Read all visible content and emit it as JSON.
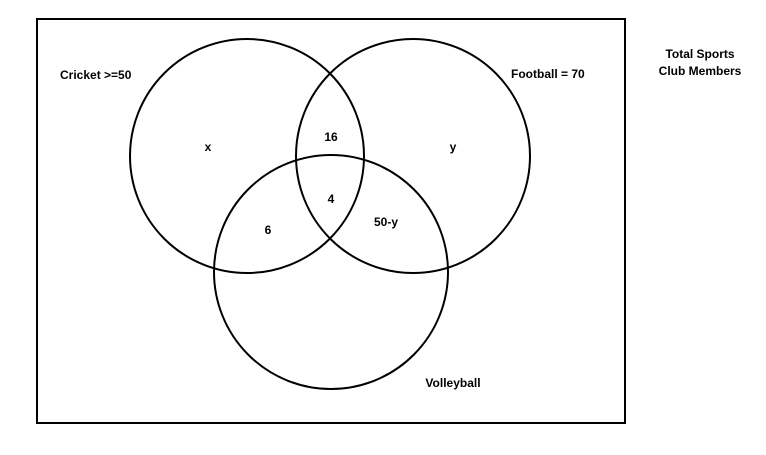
{
  "title": {
    "line1": "Total Sports",
    "line2": "Club Members"
  },
  "sets": {
    "cricket": {
      "label": "Cricket >=50"
    },
    "football": {
      "label": "Football = 70"
    },
    "volleyball": {
      "label": "Volleyball"
    }
  },
  "regions": {
    "cricket_only": "x",
    "football_only": "y",
    "cricket_football": "16",
    "all_three": "4",
    "cricket_volleyball": "6",
    "football_volleyball": "50-y"
  },
  "colors": {
    "stroke": "#000000",
    "background": "#ffffff"
  }
}
